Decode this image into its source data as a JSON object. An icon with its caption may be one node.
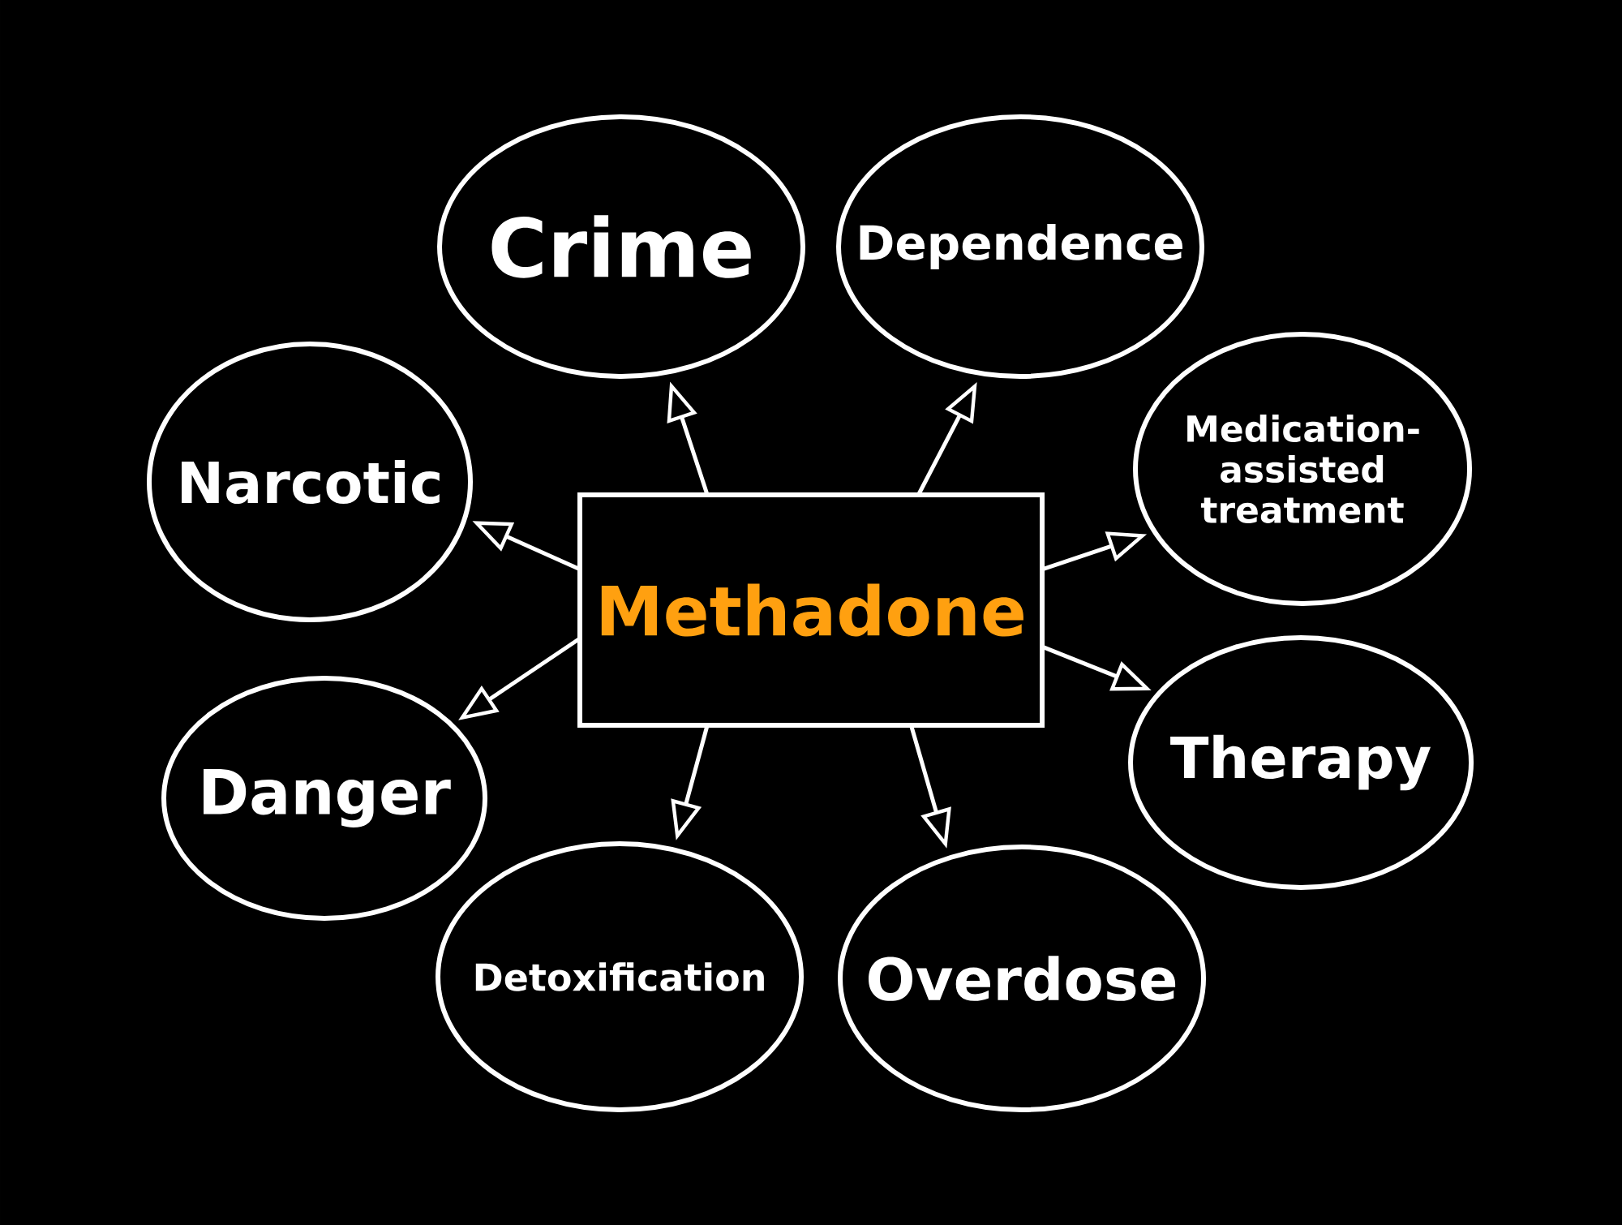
{
  "diagram": {
    "nodes": [
      {
        "text": [
          "Methadone"
        ]
      },
      {
        "text": [
          "Crime"
        ]
      },
      {
        "text": [
          "Dependence"
        ]
      },
      {
        "text": [
          "Medication-assisted treatment"
        ]
      },
      {
        "text": [
          "Therapy"
        ]
      },
      {
        "text": [
          "Overdose"
        ]
      },
      {
        "text": [
          "Detoxification"
        ]
      },
      {
        "text": [
          "Danger"
        ]
      },
      {
        "text": [
          "Narcotic"
        ]
      }
    ],
    "edges": [
      {
        "from": 0,
        "to": 1,
        "arrow": "to"
      },
      {
        "from": 0,
        "to": 2,
        "arrow": "to"
      },
      {
        "from": 0,
        "to": 3,
        "arrow": "to"
      },
      {
        "from": 0,
        "to": 4,
        "arrow": "to"
      },
      {
        "from": 0,
        "to": 5,
        "arrow": "to"
      },
      {
        "from": 0,
        "to": 6,
        "arrow": "to"
      },
      {
        "from": 0,
        "to": 7,
        "arrow": "to"
      },
      {
        "from": 0,
        "to": 8,
        "arrow": "to"
      }
    ]
  }
}
